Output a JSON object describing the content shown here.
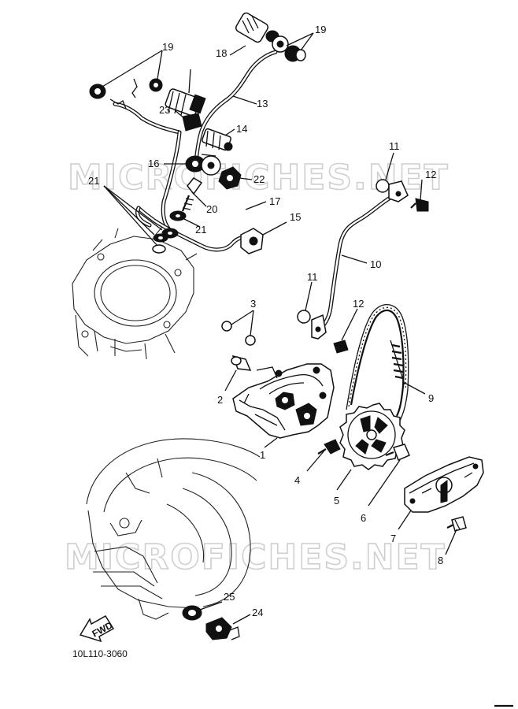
{
  "diagram": {
    "watermark_top": "MICROFICHES.NET",
    "watermark_bottom": "MICROFICHES.NET",
    "part_code": "10L110-3060",
    "fwd_label": "FWD",
    "callouts": [
      {
        "id": "c1",
        "text": "1"
      },
      {
        "id": "c2",
        "text": "2"
      },
      {
        "id": "c3",
        "text": "3"
      },
      {
        "id": "c4",
        "text": "4"
      },
      {
        "id": "c5",
        "text": "5"
      },
      {
        "id": "c6",
        "text": "6"
      },
      {
        "id": "c7",
        "text": "7"
      },
      {
        "id": "c8",
        "text": "8"
      },
      {
        "id": "c9",
        "text": "9"
      },
      {
        "id": "c10",
        "text": "10"
      },
      {
        "id": "c11a",
        "text": "11"
      },
      {
        "id": "c11b",
        "text": "11"
      },
      {
        "id": "c12a",
        "text": "12"
      },
      {
        "id": "c12b",
        "text": "12"
      },
      {
        "id": "c13",
        "text": "13"
      },
      {
        "id": "c14",
        "text": "14"
      },
      {
        "id": "c15",
        "text": "15"
      },
      {
        "id": "c16",
        "text": "16"
      },
      {
        "id": "c17",
        "text": "17"
      },
      {
        "id": "c18",
        "text": "18"
      },
      {
        "id": "c19a",
        "text": "19"
      },
      {
        "id": "c19b",
        "text": "19"
      },
      {
        "id": "c20",
        "text": "20"
      },
      {
        "id": "c21a",
        "text": "21"
      },
      {
        "id": "c21b",
        "text": "21"
      },
      {
        "id": "c22",
        "text": "22"
      },
      {
        "id": "c23",
        "text": "23"
      },
      {
        "id": "c24",
        "text": "24"
      },
      {
        "id": "c25",
        "text": "25"
      }
    ]
  }
}
